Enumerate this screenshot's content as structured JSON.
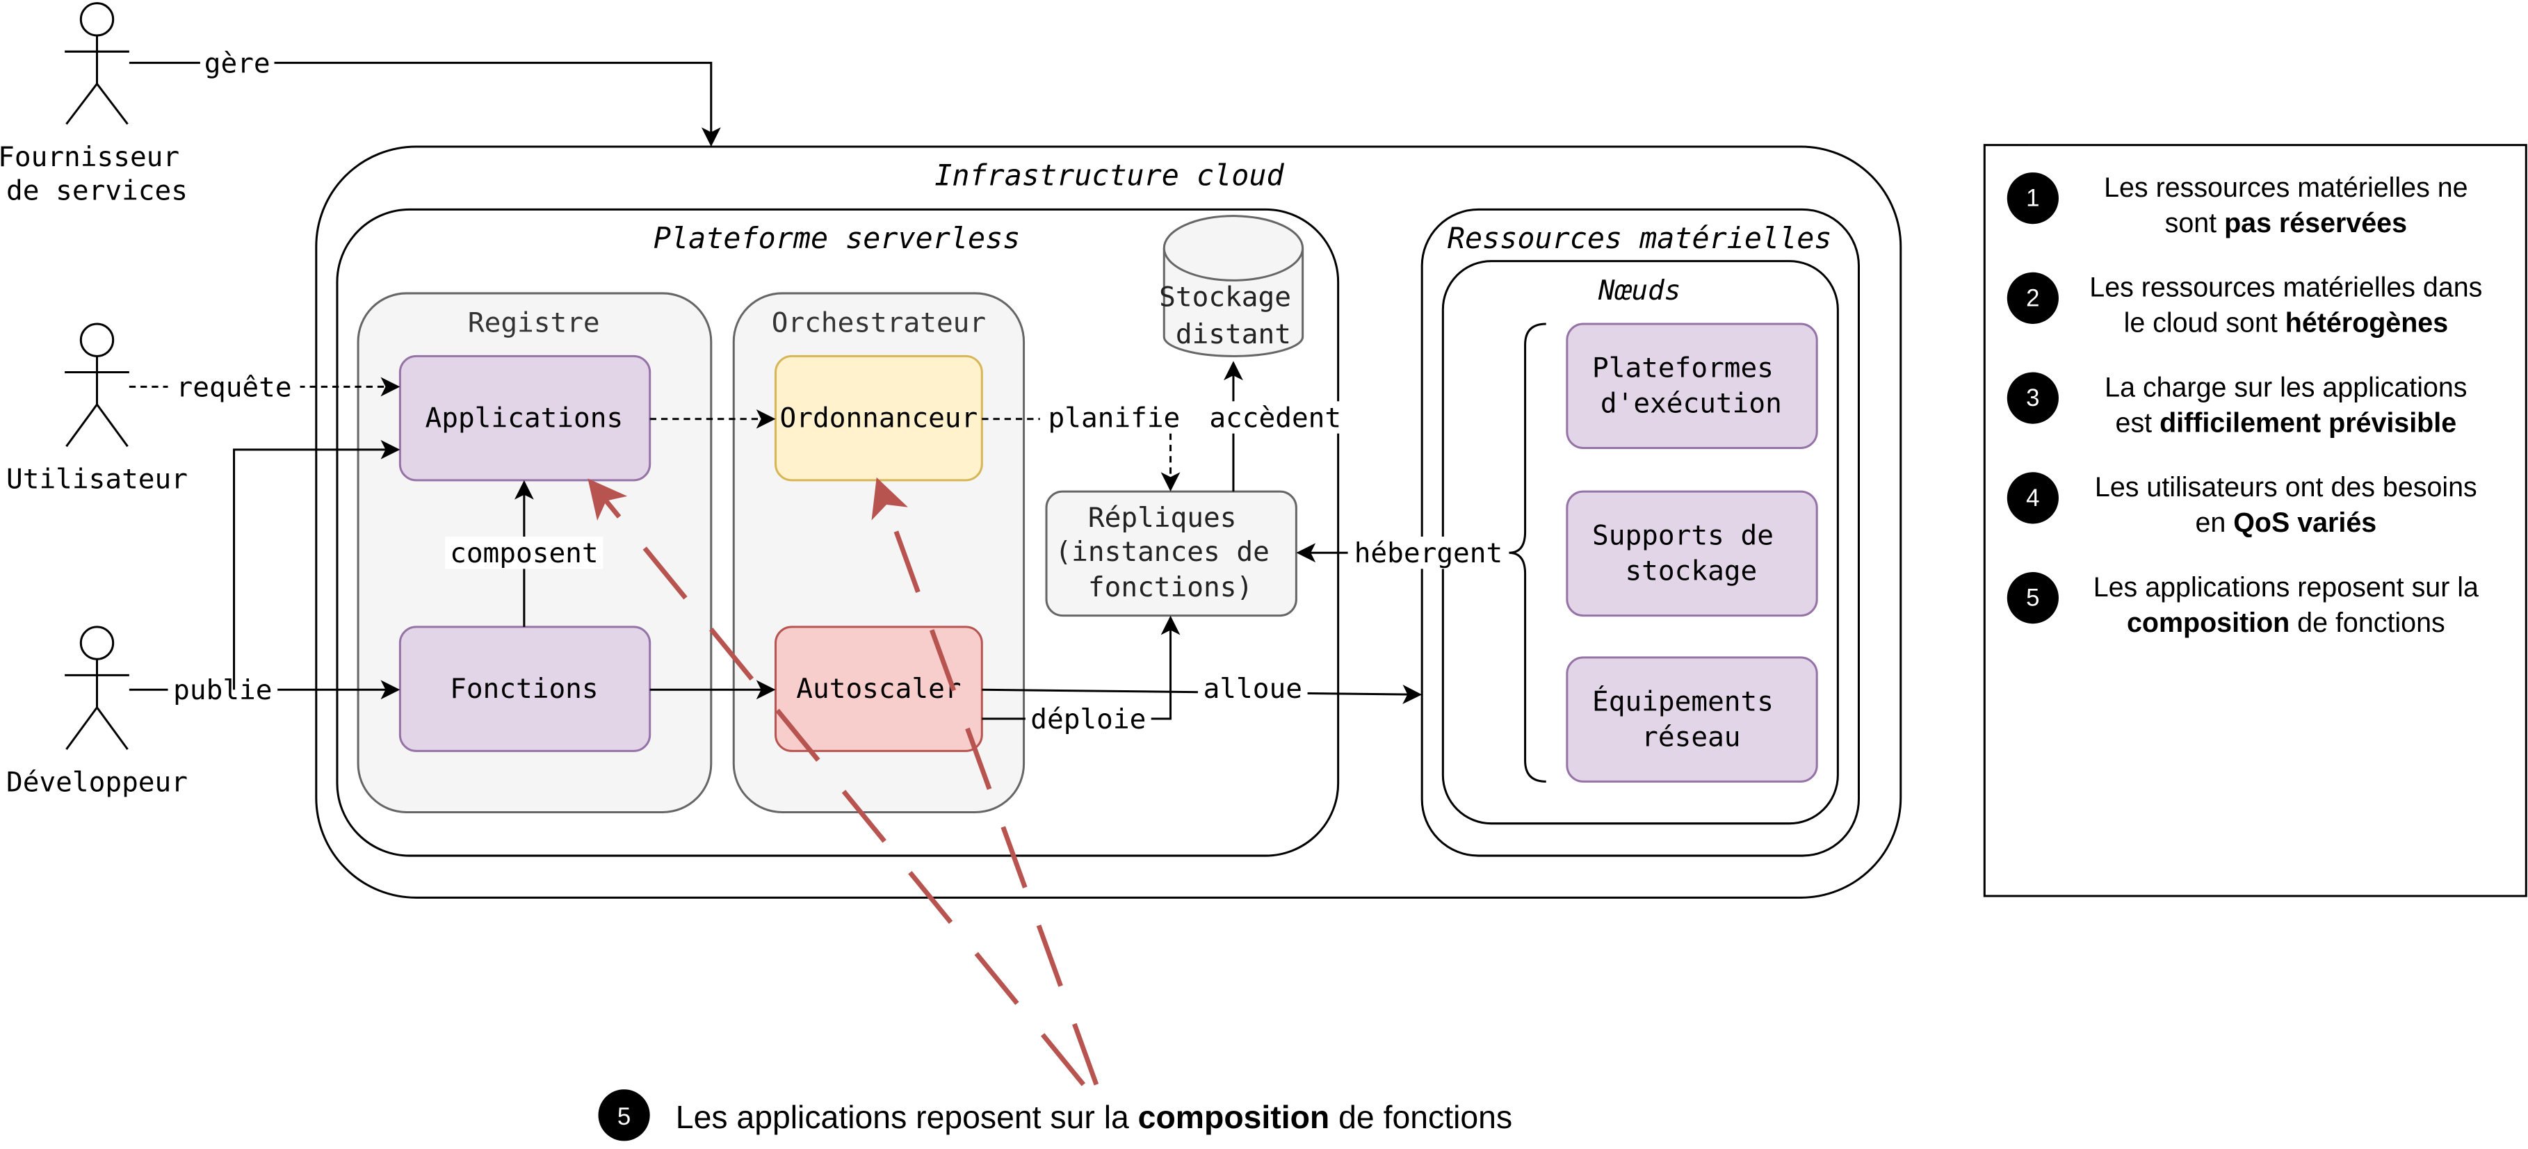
{
  "actors": {
    "provider": "Fournisseur\nde services",
    "user": "Utilisateur",
    "developer": "Développeur"
  },
  "containers": {
    "cloud": "Infrastructure cloud",
    "platform": "Plateforme serverless",
    "registry": "Registre",
    "orchestrator": "Orchestrateur",
    "hardware": "Ressources matérielles",
    "nodes": "Nœuds"
  },
  "nodes": {
    "applications": "Applications",
    "functions": "Fonctions",
    "scheduler": "Ordonnanceur",
    "autoscaler": "Autoscaler",
    "replicas": "Répliques\n(instances de\nfonctions)",
    "storage": "Stockage\ndistant",
    "exec_platforms": "Plateformes\nd'exécution",
    "storage_supports": "Supports de\nstockage",
    "network": "Équipements\nréseau"
  },
  "edges": {
    "manages": "gère",
    "request": "requête",
    "publish": "publie",
    "compose": "composent",
    "schedule": "planifie",
    "access": "accèdent",
    "host": "hébergent",
    "allocate": "alloue",
    "deploy": "déploie"
  },
  "legend": [
    {
      "num": "1",
      "line1": "Les ressources matérielles ne",
      "line2_pre": "sont ",
      "line2_bold": "pas réservées",
      "line2_post": ""
    },
    {
      "num": "2",
      "line1": "Les ressources matérielles dans",
      "line2_pre": "le cloud sont ",
      "line2_bold": "hétérogènes",
      "line2_post": ""
    },
    {
      "num": "3",
      "line1": "La charge sur les applications",
      "line2_pre": "est ",
      "line2_bold": "difficilement prévisible",
      "line2_post": ""
    },
    {
      "num": "4",
      "line1": "Les utilisateurs ont des besoins",
      "line2_pre": "en ",
      "line2_bold": "QoS variés",
      "line2_post": ""
    },
    {
      "num": "5",
      "line1": "Les applications reposent sur la",
      "line2_pre": "",
      "line2_bold": "composition",
      "line2_post": " de fonctions"
    }
  ],
  "callout": {
    "num": "5",
    "pre": "Les applications reposent sur la ",
    "bold": "composition",
    "post": " de fonctions"
  },
  "colors": {
    "purple_fill": "#e1d5e7",
    "purple_stroke": "#9673a6",
    "yellow_fill": "#fff2cc",
    "yellow_stroke": "#d6b656",
    "red_fill": "#f8cecc",
    "red_stroke": "#b85450",
    "grey_fill": "#f5f5f5",
    "grey_stroke": "#666666",
    "dash_red": "#b85450"
  }
}
